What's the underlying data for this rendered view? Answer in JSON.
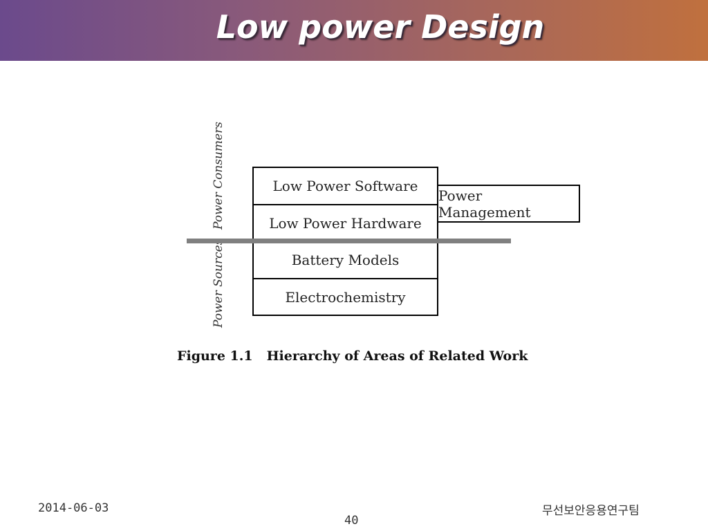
{
  "slide": {
    "title": "Low power Design",
    "footer": {
      "date": "2014-06-03",
      "page_number": "40",
      "org": "무선보안응용연구팀"
    }
  },
  "diagram": {
    "side_labels": {
      "consumers": "Power Consumers",
      "sources": "Power Sources"
    },
    "stack": [
      "Low Power Software",
      "Low Power Hardware",
      "Battery Models",
      "Electrochemistry"
    ],
    "side_box": "Power Management",
    "caption": {
      "number": "Figure 1.1",
      "text": "Hierarchy of Areas of Related Work"
    }
  }
}
